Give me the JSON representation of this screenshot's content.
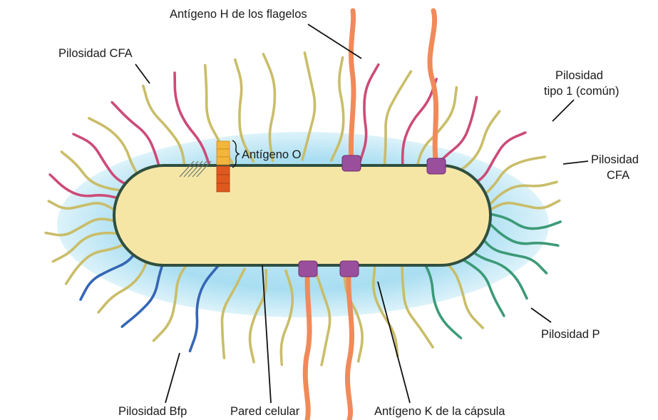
{
  "labels": {
    "flagella_h_antigen": "Antígeno H de los flagelos",
    "cfa_pili_left": "Pilosidad CFA",
    "type1_pili_line1": "Pilosidad",
    "type1_pili_line2": "tipo 1 (común)",
    "o_antigen": "Antígeno O",
    "cfa_pili_right_line1": "Pilosidad",
    "cfa_pili_right_line2": "CFA",
    "p_pili": "Pilosidad P",
    "bfp_pili": "Pilosidad Bfp",
    "cell_wall": "Pared celular",
    "capsule_k_antigen": "Antígeno K de la cápsula"
  },
  "colors": {
    "cell_body": "#f6e6a6",
    "cell_wall": "#2f4f3f",
    "capsule": "#8fd3ec",
    "type1_pili": "#c9bd69",
    "cfa_pili": "#cc4b78",
    "p_pili": "#3c9a77",
    "bfp_pili": "#3566b4",
    "flagella": "#f08a5a",
    "basal_body": "#9a4f9c",
    "o_antigen_top": "#f3b53d",
    "o_antigen_bottom": "#e0581e"
  }
}
